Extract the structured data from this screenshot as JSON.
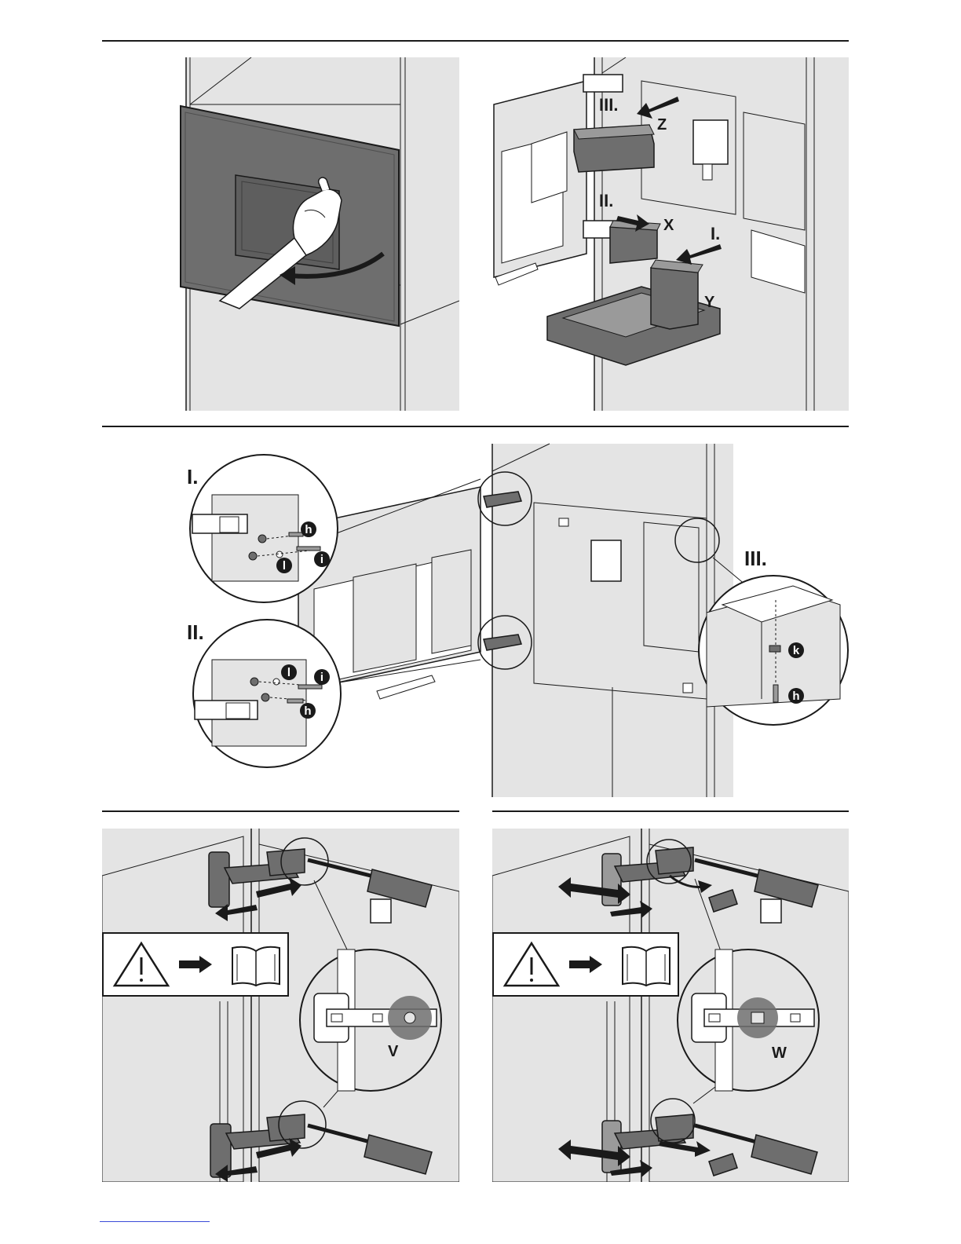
{
  "figure2": {
    "labels": {
      "step1": "I.",
      "step2": "II.",
      "step3": "III.",
      "part_x": "X",
      "part_y": "Y",
      "part_z": "Z"
    }
  },
  "figure3": {
    "callouts": {
      "c1": "I.",
      "c2": "II.",
      "c3": "III."
    },
    "parts": {
      "h": "h",
      "i": "i",
      "l": "l",
      "k": "k"
    }
  },
  "figure4": {
    "label": "V"
  },
  "figure5": {
    "label": "W"
  },
  "colors": {
    "line": "#1a1a1a",
    "panel_bg": "#e4e4e4",
    "dark_part": "#6e6e6e",
    "mid_part": "#9a9a9a",
    "bubble": "#1a1a1a"
  }
}
